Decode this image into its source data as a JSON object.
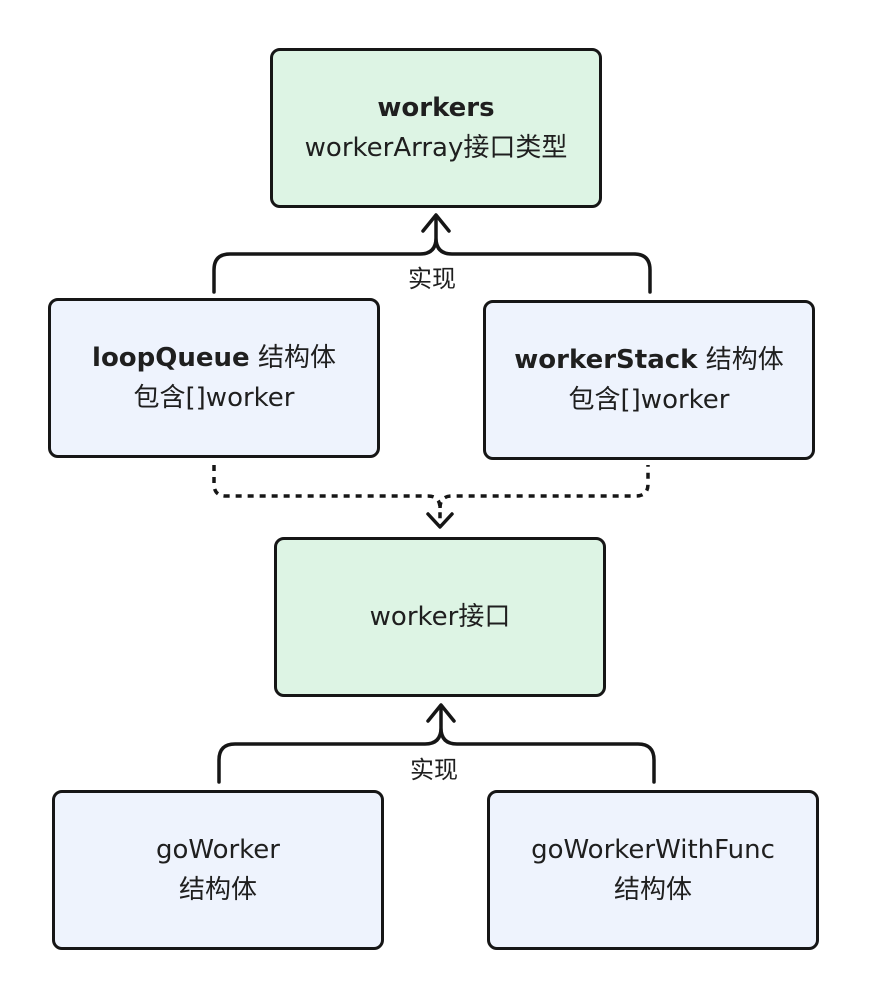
{
  "nodes": {
    "workers": {
      "title": "workers",
      "subtitle": "workerArray接口类型"
    },
    "loop_queue": {
      "title": "loopQueue",
      "kind": "结构体",
      "subtitle": "包含[]worker"
    },
    "worker_stack": {
      "title": "workerStack",
      "kind": "结构体",
      "subtitle": "包含[]worker"
    },
    "worker_interface": {
      "title": "worker接口"
    },
    "go_worker": {
      "title": "goWorker",
      "subtitle": "结构体"
    },
    "go_worker_with_func": {
      "title": "goWorkerWithFunc",
      "subtitle": "结构体"
    }
  },
  "edges": {
    "implements_top": {
      "label": "实现",
      "from": [
        "loopQueue",
        "workerStack"
      ],
      "to": "workers",
      "style": "solid"
    },
    "contains": {
      "from": [
        "loopQueue",
        "workerStack"
      ],
      "to": "worker接口",
      "style": "dashed"
    },
    "implements_bottom": {
      "label": "实现",
      "from": [
        "goWorker",
        "goWorkerWithFunc"
      ],
      "to": "worker接口",
      "style": "solid"
    }
  },
  "colors": {
    "interface_fill": "#ddf4e4",
    "struct_fill": "#eef3fd",
    "border": "#161616"
  }
}
